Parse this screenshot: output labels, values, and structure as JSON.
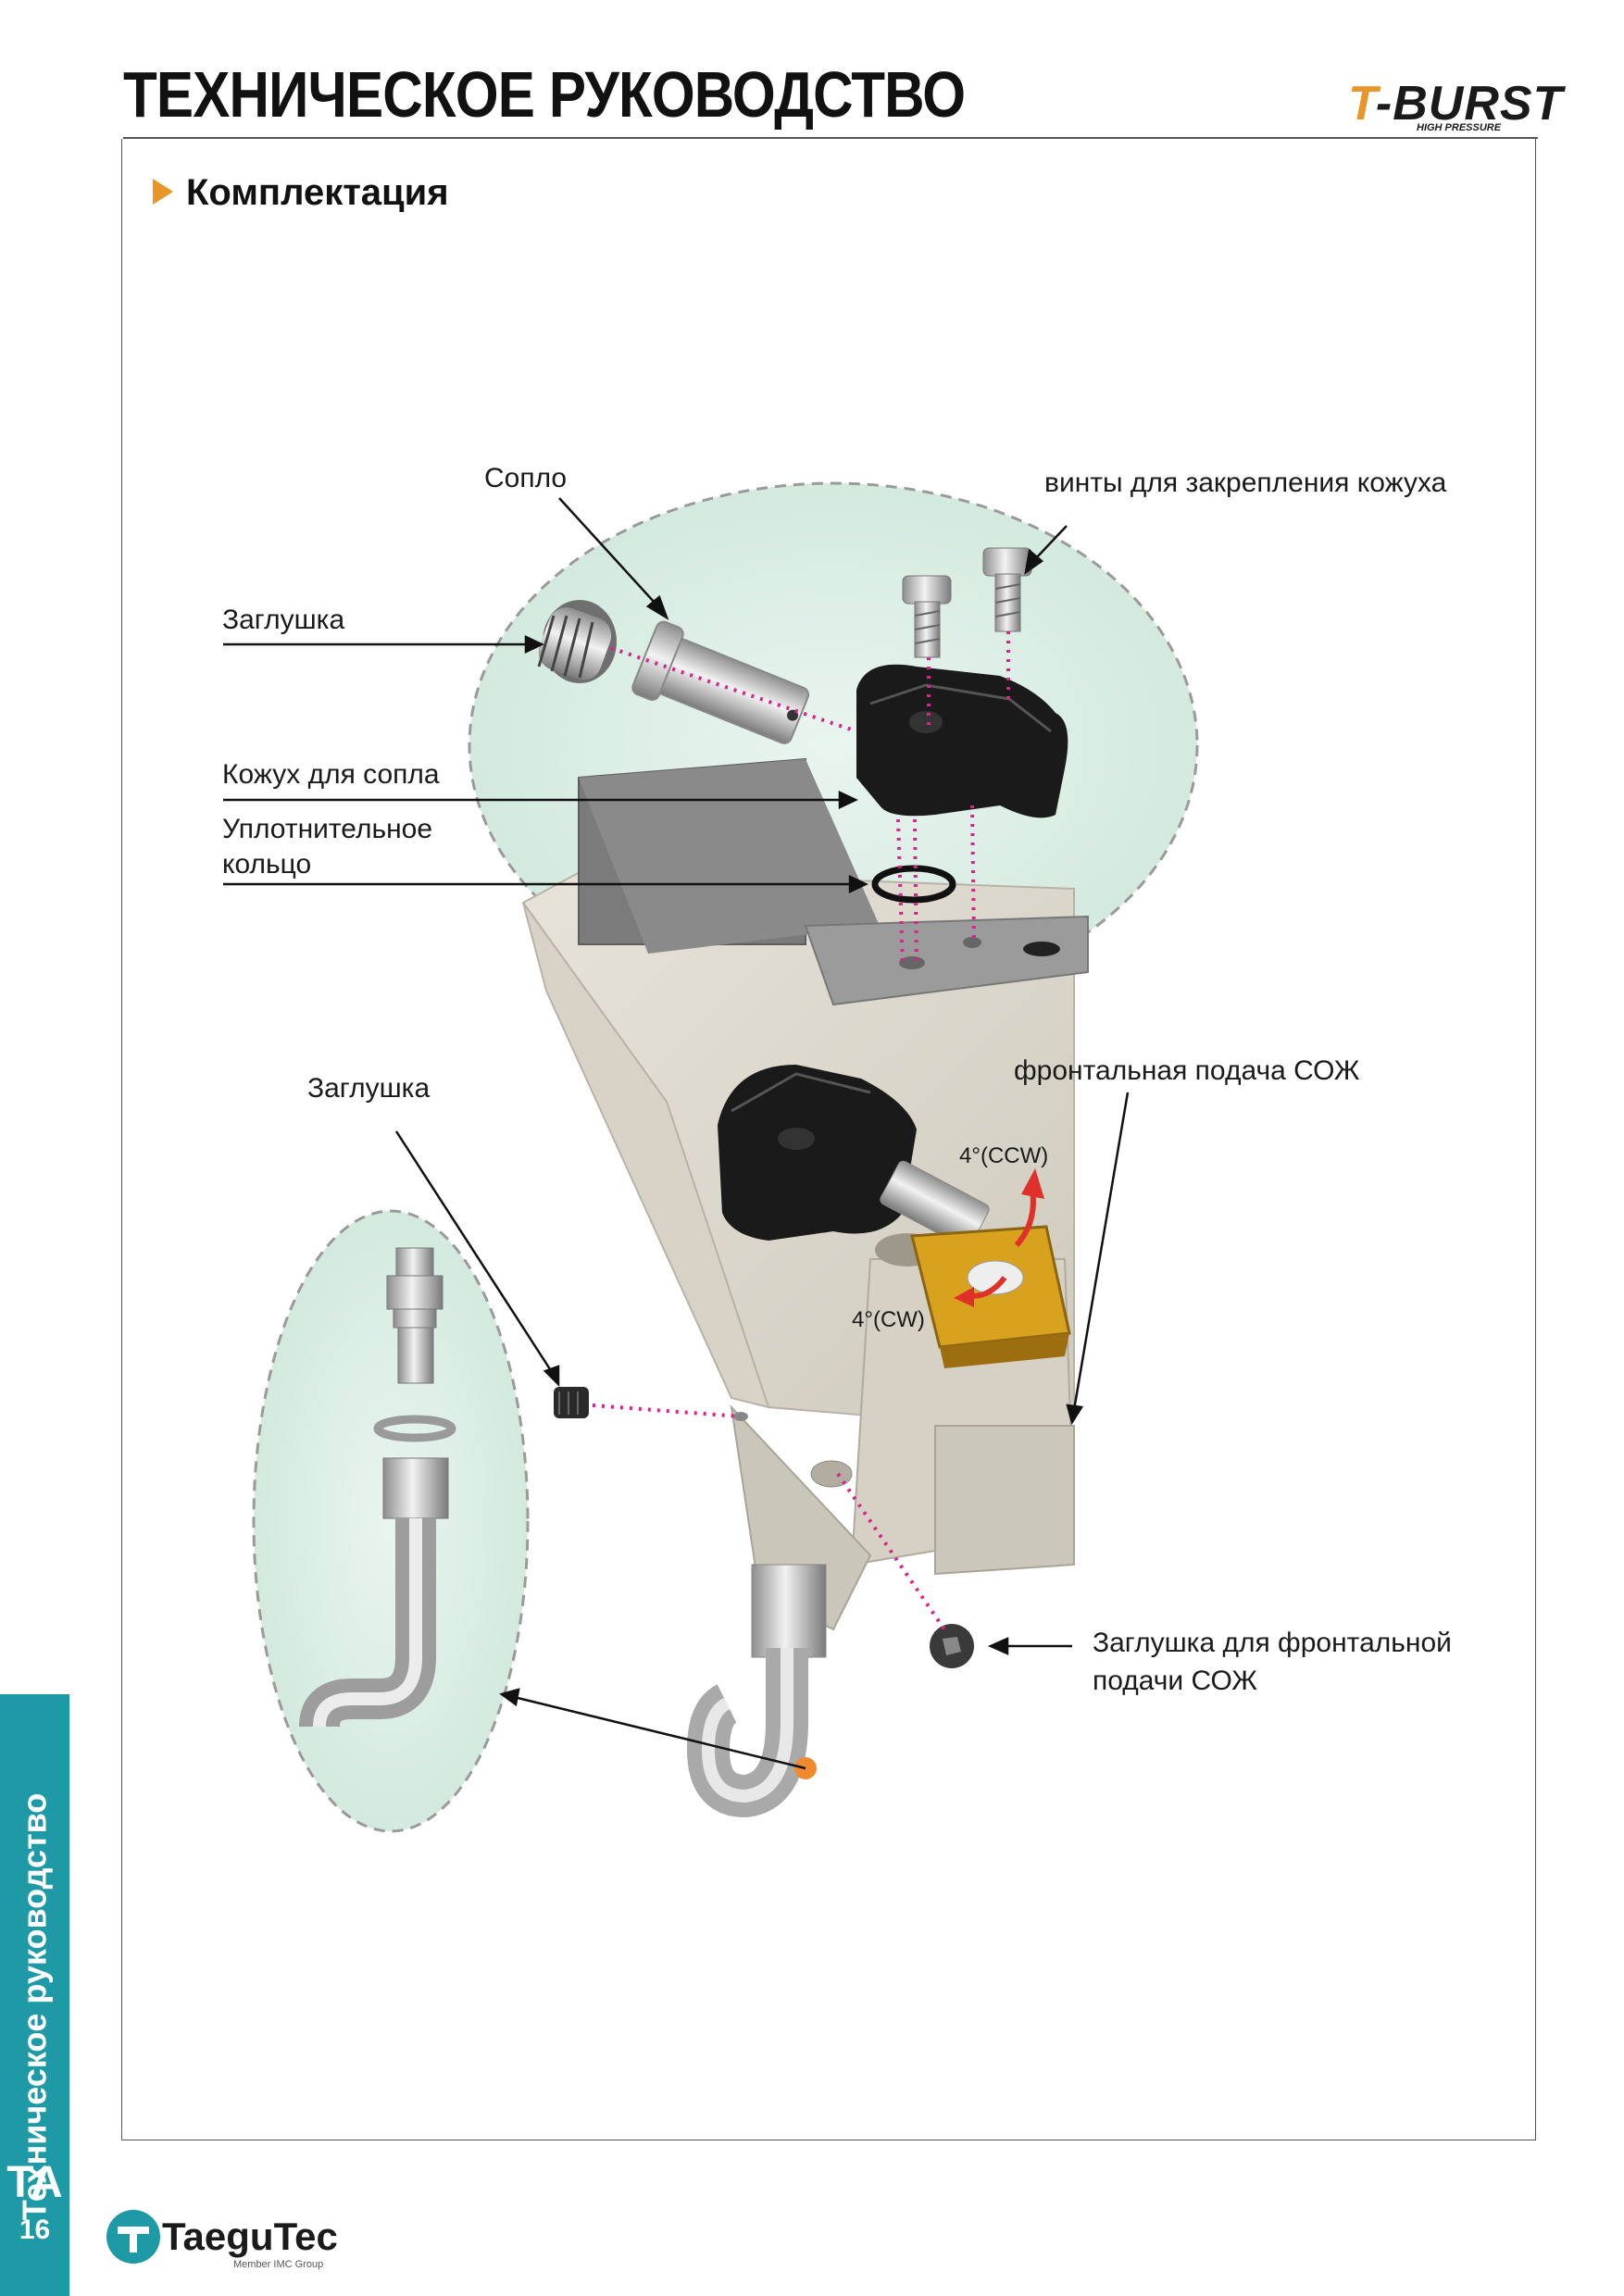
{
  "header": {
    "title": "ТЕХНИЧЕСКОЕ РУКОВОДСТВО",
    "logo_main": "T-BURST",
    "logo_sub": "HIGH PRESSURE"
  },
  "section": {
    "title": "Комплектация"
  },
  "labels": {
    "soplo": "Сопло",
    "vinty": "винты для закрепления кожуха",
    "zaglushka_top": "Заглушка",
    "kozhukh": "Кожух для сопла",
    "koltso_1": "Уплотнительное",
    "koltso_2": "кольцо",
    "zaglushka_side": "Заглушка",
    "frontal": "фронтальная подача СОЖ",
    "ccw": "4°(CCW)",
    "cw": "4°(CW)",
    "frontal_plug_1": "Заглушка для фронтальной",
    "frontal_plug_2": "подачи СОЖ"
  },
  "sidebar": {
    "tab_text": "Техническое руководство",
    "code": "TA",
    "page": "16"
  },
  "footer": {
    "brand": "TaeguTec",
    "brand_sub": "Member IMC Group"
  },
  "colors": {
    "accent_orange": "#e8962a",
    "tab_teal": "#1e9aa6",
    "leader_magenta": "#d6248c",
    "rotation_red": "#e0302a",
    "insert_gold": "#d9a21e"
  }
}
